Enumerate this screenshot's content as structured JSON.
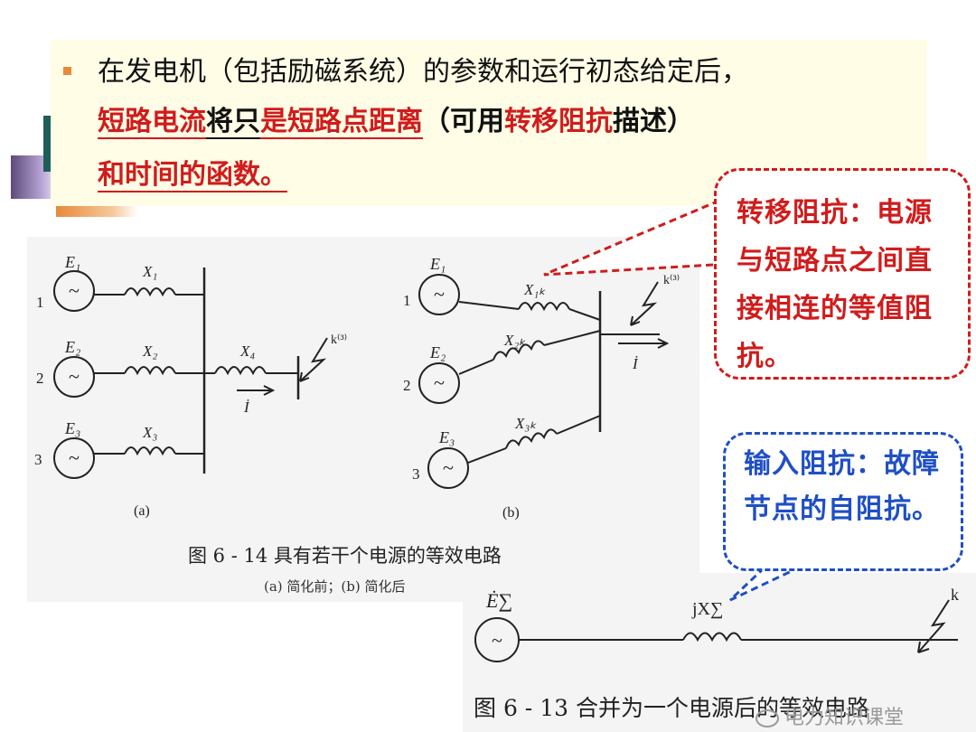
{
  "text_box": {
    "line1": "在发电机（包括励磁系统）的参数和运行初态给定后，",
    "line2_part1": "短路电流",
    "line2_part2": "将只",
    "line2_part3": "是短路点距离",
    "line2_part4": "（可用",
    "line2_part5": "转移阻抗",
    "line2_part6": "描述）",
    "line3": "和时间的函数。"
  },
  "callout_transfer": {
    "text": "转移阻抗：电源与短路点之间直接相连的等值阻抗。"
  },
  "callout_input": {
    "text": "输入阻抗：故障节点的自阻抗。"
  },
  "figure_6_14": {
    "caption": "图 6 - 14   具有若干个电源的等效电路",
    "subcaption": "(a) 简化前；(b) 简化后",
    "label_a": "(a)",
    "label_b": "(b)",
    "sources": [
      "1",
      "2",
      "3"
    ],
    "emf_a": [
      "E₁",
      "E₂",
      "E₃"
    ],
    "react_a": [
      "X₁",
      "X₂",
      "X₃",
      "X₄"
    ],
    "react_b": [
      "X₁ₖ",
      "X₂ₖ",
      "X₃ₖ"
    ],
    "fault": "k⁽³⁾",
    "current": "İ",
    "gen_symbol": "~"
  },
  "figure_6_13": {
    "caption": "图 6 - 13   合并为一个电源后的等效电路",
    "emf": "Ė∑",
    "react": "jX∑",
    "fault": "k",
    "gen_symbol": "~"
  },
  "watermark": "电力知识课堂",
  "colors": {
    "accent_red": "#d01c1c",
    "accent_blue": "#1f4fc4",
    "box_bg": "#fffde6"
  }
}
